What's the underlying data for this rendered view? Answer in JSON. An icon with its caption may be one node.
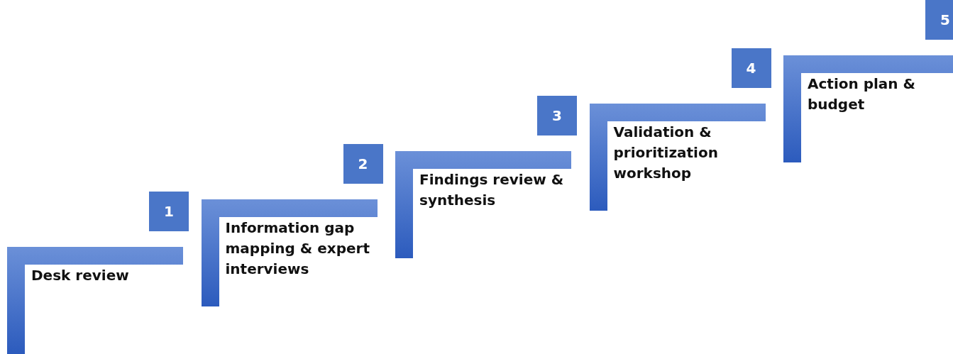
{
  "diagram": {
    "nodes": [
      {
        "text": [
          "1"
        ]
      },
      {
        "text": [
          "Desk review"
        ]
      },
      {
        "text": [
          "2"
        ]
      },
      {
        "text": [
          "Information gap mapping & expert interviews"
        ]
      },
      {
        "text": [
          "3"
        ]
      },
      {
        "text": [
          "Findings review & synthesis"
        ]
      },
      {
        "text": [
          "4"
        ]
      },
      {
        "text": [
          "Validation & prioritization workshop"
        ]
      },
      {
        "text": [
          "5"
        ]
      },
      {
        "text": [
          "Action plan & budget"
        ]
      }
    ]
  }
}
